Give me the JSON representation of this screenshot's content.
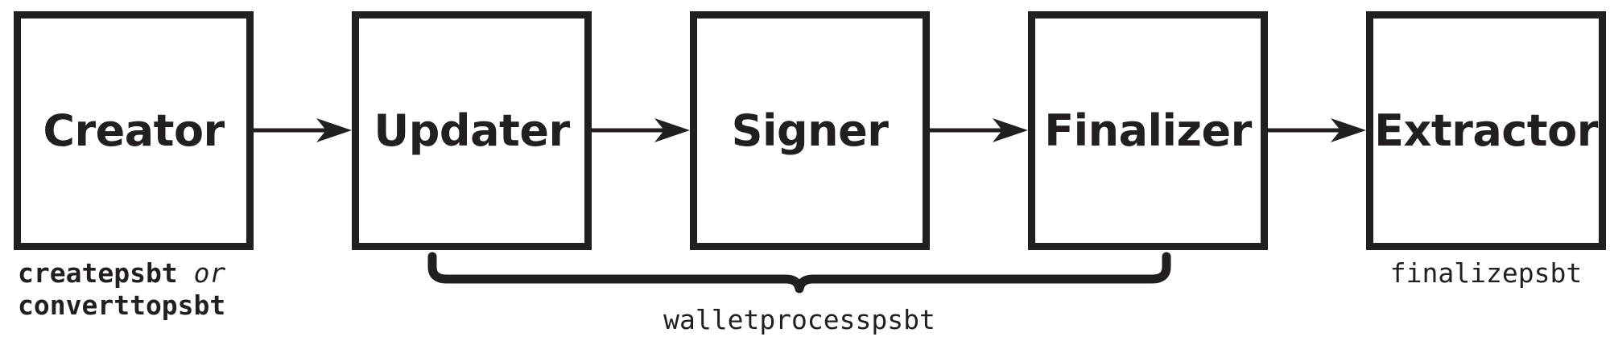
{
  "diagram": {
    "title": "PSBT roles and Bitcoin Core RPC commands",
    "type": "flow-diagram",
    "colors": {
      "ink": "#231f20",
      "background": "#ffffff"
    },
    "stages": [
      {
        "id": "creator",
        "label": "Creator"
      },
      {
        "id": "updater",
        "label": "Updater"
      },
      {
        "id": "signer",
        "label": "Signer"
      },
      {
        "id": "finalizer",
        "label": "Finalizer"
      },
      {
        "id": "extractor",
        "label": "Extractor"
      }
    ],
    "arrows": [
      {
        "from": "creator",
        "to": "updater"
      },
      {
        "from": "updater",
        "to": "signer"
      },
      {
        "from": "signer",
        "to": "finalizer"
      },
      {
        "from": "finalizer",
        "to": "extractor"
      }
    ],
    "captions": {
      "creator": {
        "line1_command": "createpsbt",
        "line1_conjunction": "or",
        "line2_command": "converttopsbt"
      },
      "brace_group": {
        "label": "walletprocesspsbt",
        "spans": [
          "updater",
          "signer",
          "finalizer"
        ]
      },
      "extractor": {
        "label": "finalizepsbt"
      }
    }
  }
}
